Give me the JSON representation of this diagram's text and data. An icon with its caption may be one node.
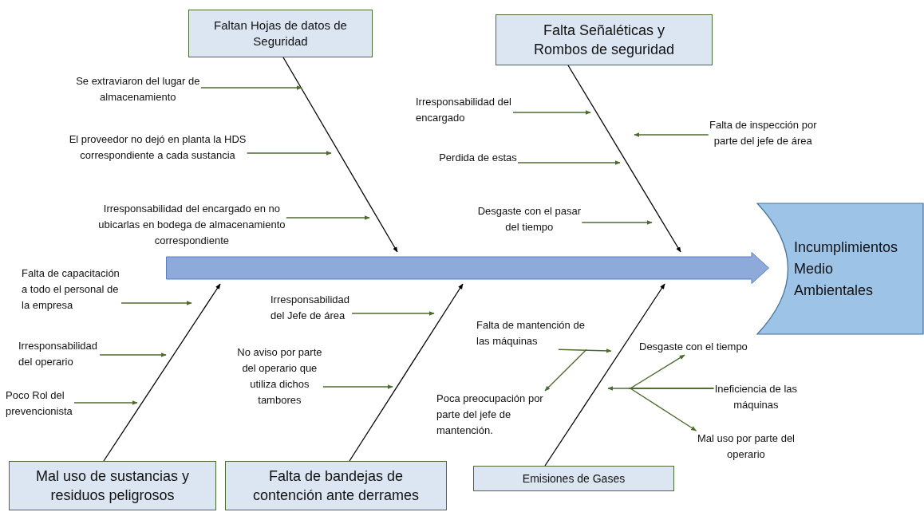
{
  "diagram": {
    "nodes": [
      {
        "text": [
          "Faltan Hojas de datos de Seguridad"
        ]
      },
      {
        "text": [
          "Falta Señaléticas y Rombos de seguridad"
        ]
      },
      {
        "text": [
          "Se extraviaron del lugar de almacenamiento"
        ]
      },
      {
        "text": [
          "El proveedor no dejó en planta la HDS correspondiente a cada sustancia"
        ]
      },
      {
        "text": [
          "Irresponsabilidad del encargado en no ubicarlas en bodega de almacenamiento correspondiente"
        ]
      },
      {
        "text": [
          "Irresponsabilidad del encargado"
        ]
      },
      {
        "text": [
          "Falta de inspección por parte del jefe de área"
        ]
      },
      {
        "text": [
          "Perdida de estas"
        ]
      },
      {
        "text": [
          "Desgaste con el pasar del tiempo"
        ]
      },
      {
        "text": [],
        "shape": "arrow"
      },
      {
        "text": [
          "Incumplimientos Medio Ambientales"
        ]
      },
      {
        "text": [
          "Falta de capacitación a todo el personal de la empresa"
        ]
      },
      {
        "text": [
          "Irresponsabilidad del Jefe de área"
        ]
      },
      {
        "text": [
          "Irresponsabilidad del operario"
        ]
      },
      {
        "text": [
          "Falta de mantención de las máquinas"
        ]
      },
      {
        "text": [
          "Desgaste con el tiempo"
        ]
      },
      {
        "text": [
          "No aviso por parte del operario que utiliza dichos tambores"
        ]
      },
      {
        "text": [
          "Ineficiencia de las máquinas"
        ]
      },
      {
        "text": [
          "Poca preocupación por parte del jefe de mantención."
        ]
      },
      {
        "text": [
          "Poco Rol del prevencionista"
        ]
      },
      {
        "text": [
          "Mal uso por parte del operario"
        ]
      },
      {
        "text": [
          "Mal uso de sustancias y residuos peligrosos"
        ]
      },
      {
        "text": [
          "Falta de bandejas de contención ante derrames"
        ]
      },
      {
        "text": [
          "Emisiones de Gases"
        ]
      }
    ],
    "edges": [
      {
        "from": 0,
        "to": 9,
        "arrow": "to",
        "color": "#000000"
      },
      {
        "from": 1,
        "to": 9,
        "arrow": "to",
        "color": "#000000"
      },
      {
        "from": 21,
        "to": 9,
        "arrow": "to",
        "color": "#000000"
      },
      {
        "from": 22,
        "to": 9,
        "arrow": "to",
        "color": "#000000"
      },
      {
        "from": 23,
        "to": 9,
        "arrow": "to",
        "color": "#000000"
      },
      {
        "from": 2,
        "to": null,
        "arrow": "to"
      },
      {
        "from": 3,
        "to": null,
        "arrow": "to"
      },
      {
        "from": 4,
        "to": null,
        "arrow": "to"
      },
      {
        "from": 5,
        "to": null,
        "arrow": "to"
      },
      {
        "from": 7,
        "to": null,
        "arrow": "to"
      },
      {
        "from": 8,
        "to": null,
        "arrow": "to"
      },
      {
        "from": 6,
        "to": null,
        "arrow": "to"
      },
      {
        "from": 11,
        "to": null,
        "arrow": "to"
      },
      {
        "from": 13,
        "to": null,
        "arrow": "to"
      },
      {
        "from": 19,
        "to": null,
        "arrow": "to"
      },
      {
        "from": 12,
        "to": null,
        "arrow": "to"
      },
      {
        "from": 16,
        "to": null,
        "arrow": "to"
      },
      {
        "from": 14,
        "to": null,
        "arrow": "to"
      },
      {
        "from": 14,
        "to": 18,
        "arrow": "to"
      },
      {
        "from": 17,
        "to": null,
        "arrow": "to"
      },
      {
        "from": 17,
        "to": 15,
        "arrow": "to"
      },
      {
        "from": 17,
        "to": 20,
        "arrow": "to"
      }
    ]
  }
}
